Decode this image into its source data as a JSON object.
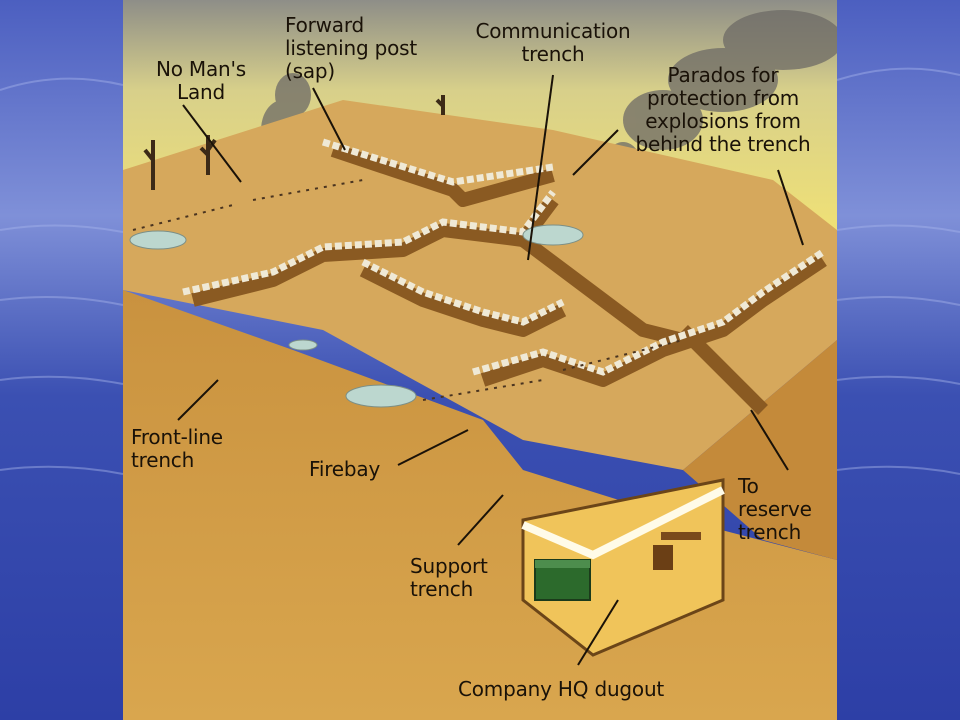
{
  "diagram": {
    "labels": {
      "no_mans_land": "No Man's\nLand",
      "forward_listening_post": "Forward\nlistening post\n(sap)",
      "communication_trench": "Communication\ntrench",
      "parados": "Parados for\nprotection from\nexplosions from\nbehind the trench",
      "front_line_trench": "Front-line\ntrench",
      "firebay": "Firebay",
      "support_trench": "Support\ntrench",
      "to_reserve_trench": "To\nreserve\ntrench",
      "company_hq_dugout": "Company HQ dugout"
    }
  },
  "colors": {
    "sky_top": "#9a9a90",
    "sky_bottom": "#f2e27a",
    "ground_top": "#d9ad62",
    "ground_cut": "#c9913f",
    "trench_wall": "#b07a35",
    "sandbag": "#e8e2cf",
    "water": "#bfd9d2",
    "dugout_floor": "#f0c35a",
    "blue_bg": "#3a4fb0"
  }
}
